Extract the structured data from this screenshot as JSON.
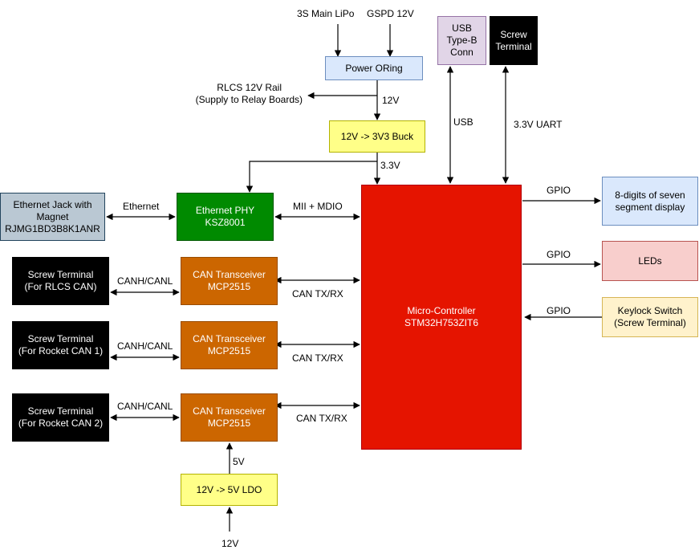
{
  "colors": {
    "power": "#dae8fc",
    "power_border": "#6c8ebf",
    "buck": "#ffff88",
    "buck_border": "#b3b300",
    "usb": "#e1d5e7",
    "usb_border": "#9673a6",
    "black": "#000000",
    "phy": "#008a00",
    "phy_border": "#005700",
    "ethjack": "#bac8d3",
    "ethjack_border": "#23445d",
    "can": "#cc6600",
    "can_border": "#994c00",
    "mcu": "#e51400",
    "mcu_border": "#b20000",
    "display": "#dae8fc",
    "leds": "#f8cecc",
    "leds_border": "#b85450",
    "keylock": "#fff2cc",
    "keylock_border": "#d6b656"
  },
  "nodes": {
    "power_oring": {
      "lines": [
        "Power ORing"
      ]
    },
    "buck": {
      "lines": [
        "12V -> 3V3 Buck"
      ]
    },
    "usb_conn": {
      "lines": [
        "USB",
        "Type-B",
        "Conn"
      ]
    },
    "screw_uart": {
      "lines": [
        "Screw",
        "Terminal"
      ]
    },
    "eth_jack": {
      "lines": [
        "Ethernet Jack with",
        "Magnet",
        "RJMG1BD3B8K1ANR"
      ]
    },
    "eth_phy": {
      "lines": [
        "Ethernet PHY",
        "KSZ8001"
      ]
    },
    "mcu": {
      "lines": [
        "Micro-Controller",
        "STM32H753ZIT6"
      ]
    },
    "seven_seg": {
      "lines": [
        "8-digits of seven",
        "segment display"
      ]
    },
    "leds": {
      "lines": [
        "LEDs"
      ]
    },
    "keylock": {
      "lines": [
        "Keylock Switch",
        "(Screw Terminal)"
      ]
    },
    "screw_rlcs": {
      "lines": [
        "Screw Terminal",
        "(For RLCS CAN)"
      ]
    },
    "screw_rocket1": {
      "lines": [
        "Screw Terminal",
        "(For Rocket CAN 1)"
      ]
    },
    "screw_rocket2": {
      "lines": [
        "Screw Terminal",
        "(For Rocket CAN 2)"
      ]
    },
    "can1": {
      "lines": [
        "CAN Transceiver",
        "MCP2515"
      ]
    },
    "can2": {
      "lines": [
        "CAN Transceiver",
        "MCP2515"
      ]
    },
    "can3": {
      "lines": [
        "CAN Transceiver",
        "MCP2515"
      ]
    },
    "ldo": {
      "lines": [
        "12V -> 5V LDO"
      ]
    }
  },
  "labels": {
    "lipo": "3S Main LiPo",
    "gspd": "GSPD 12V",
    "rlcs_rail_1": "RLCS 12V Rail",
    "rlcs_rail_2": "(Supply to Relay Boards)",
    "v12_after_oring": "12V",
    "v33": "3.3V",
    "usb": "USB",
    "uart": "3.3V UART",
    "ethernet": "Ethernet",
    "mii": "MII + MDIO",
    "gpio_display": "GPIO",
    "gpio_leds": "GPIO",
    "gpio_keylock": "GPIO",
    "canh_1": "CANH/CANL",
    "canh_2": "CANH/CANL",
    "canh_3": "CANH/CANL",
    "cantx_1": "CAN TX/RX",
    "cantx_2": "CAN TX/RX",
    "cantx_3": "CAN TX/RX",
    "v5": "5V",
    "v12_ldo": "12V"
  }
}
